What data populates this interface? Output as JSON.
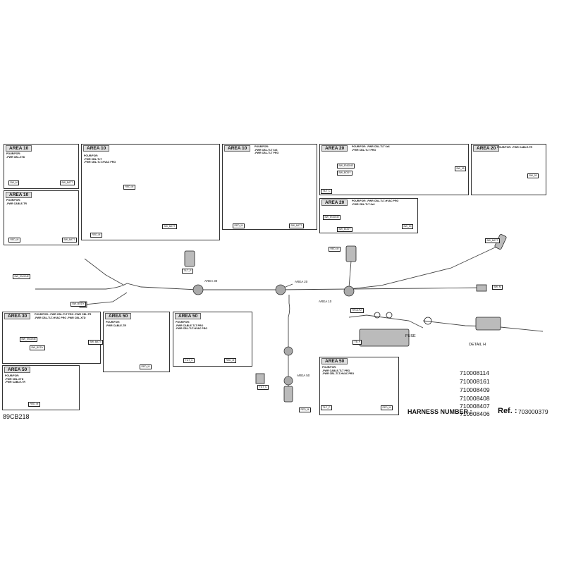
{
  "drawing_code": "89CB218",
  "harness_label": "HARNESS NUMBER :",
  "ref_label": "Ref. :",
  "ref_value": "703000379",
  "harness_numbers": [
    "710008114",
    "710008161",
    "710008409",
    "710008408",
    "710008407",
    "710008406"
  ],
  "main_labels": {
    "area30": "AREA 30",
    "area20": "AREA 20",
    "area10": "AREA 10",
    "area50": "AREA 50",
    "fuse": "FUSE",
    "detail": "DETAIL H"
  },
  "boxes": {
    "a10_1": {
      "title": "AREA 10",
      "note": "POUR/FOR:\n-PWR CBL-XTD"
    },
    "a10_2": {
      "title": "AREA 10",
      "note": "POUR/FOR:\n-PWR CBL-TLT\n-PWR CBL-TLT-HVAC PRO"
    },
    "a10_3": {
      "title": "AREA 10",
      "note": "POUR/FOR:\n-PWR CBL-TLT 6x6\n-PWR CBL-TLT PRO"
    },
    "a10_4": {
      "title": "AREA 10",
      "note": "POUR/FOR:\n-PWR CABLE-TR"
    },
    "a20_1": {
      "title": "AREA 20",
      "note": "POUR/FOR: -PWR CBL-TLT 6x6\n-PWR CBL-TLT PRO"
    },
    "a20_2": {
      "title": "AREA 20",
      "note": "POUR/FOR: -PWR CABLE-TR"
    },
    "a20_3": {
      "title": "AREA 20",
      "note": "POUR/FOR: -PWR CBL-TLT-HVAC PRO\n-PWR CBL-TLT 6x6"
    },
    "a30_1": {
      "title": "AREA 30",
      "note": "POUR/FOR: -PWR CBL-TLT PRO -PWR CBL-TR\n-PWR CBL-TLT-HVAC PRO -PWR CBL-XTD"
    },
    "a50_1": {
      "title": "AREA 50",
      "note": "POUR/FOR:\n-PWR CBL-XTD\n-PWR CABLE-TR"
    },
    "a50_2": {
      "title": "AREA 50",
      "note": "POUR/FOR:\n-PWR CABLE-TR"
    },
    "a50_3": {
      "title": "AREA 50",
      "note": "POUR/FOR:\n-PWR CABLE-TLT PRO\n-PWR CBL-TLT-HVAC PRO"
    },
    "a50_4": {
      "title": "AREA 50",
      "note": "POUR/FOR:\n-PWR CABLE-TLT PRO\n-PWR CBL-TLT-HVAC PRO"
    }
  },
  "connector_tags": {
    "bw_engine": "BW_ENGINE",
    "bw_body": "BW_BODY",
    "bw_batt": "BW_BATT",
    "bw_m": "BW_M",
    "red_m": "RED_M",
    "bw_55": "BW_55",
    "bw_50": "BW_50",
    "tilt_p": "TILT_P",
    "tilt_c": "TILT_C",
    "fuse_tag": "RF15-P2",
    "tb_f": "TB_P"
  }
}
